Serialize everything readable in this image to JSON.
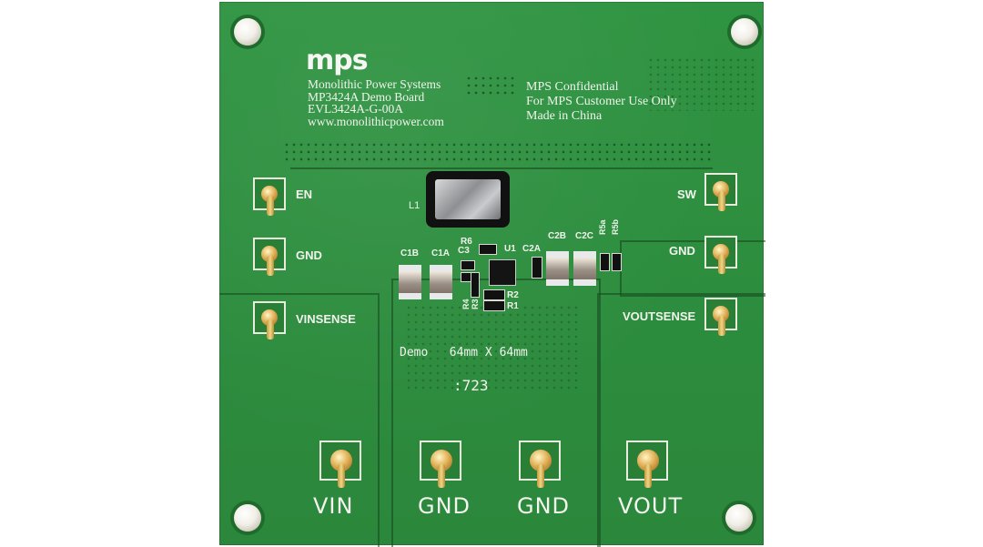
{
  "board": {
    "logo": "mps",
    "info_left": [
      "Monolithic Power Systems",
      "MP3424A Demo Board",
      "EVL3424A-G-00A",
      "www.monolithicpower.com"
    ],
    "info_right": [
      "MPS Confidential",
      "For MPS Customer Use Only",
      "Made in China"
    ],
    "size_text": "Demo   64mm X 64mm",
    "code_text": ":723"
  },
  "left_pins": [
    "EN",
    "GND",
    "VINSENSE"
  ],
  "right_pins": [
    "SW",
    "GND",
    "VOUTSENSE"
  ],
  "bottom_pins": [
    "VIN",
    "GND",
    "GND",
    "VOUT"
  ],
  "components": {
    "L1": "L1",
    "C1B": "C1B",
    "C1A": "C1A",
    "R6": "R6",
    "C3": "C3",
    "U1": "U1",
    "C2A": "C2A",
    "C2B": "C2B",
    "C2C": "C2C",
    "R5a": "R5a",
    "R5b": "R5b",
    "R2": "R2",
    "R1": "R1",
    "R3": "R3",
    "R4": "R4"
  },
  "colors": {
    "board_green": "#2f8f3f",
    "silkscreen": "#f3f5ee",
    "gold": "#d6a64a"
  },
  "icons": {
    "mount_hole": "standoff-icon",
    "test_pin": "test-pin-icon"
  }
}
